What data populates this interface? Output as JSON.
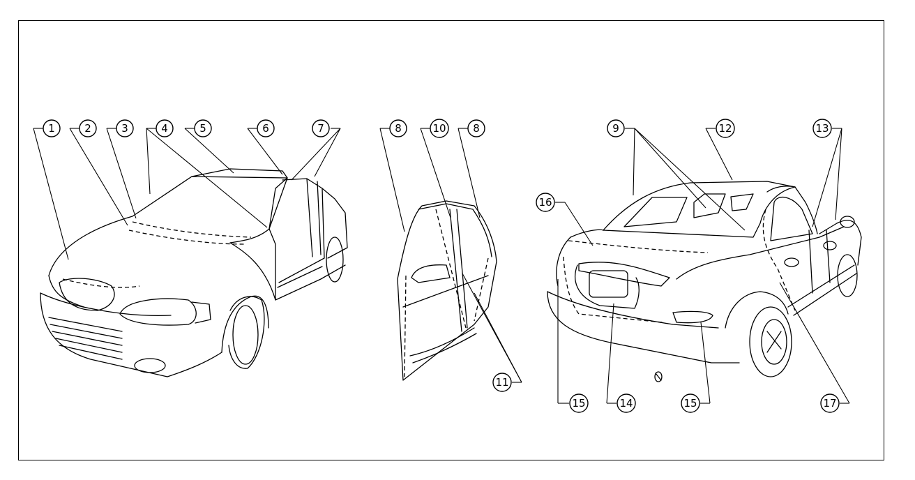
{
  "callouts": {
    "c1": "1",
    "c2": "2",
    "c3": "3",
    "c4": "4",
    "c5": "5",
    "c6": "6",
    "c7": "7",
    "c8a": "8",
    "c10": "10",
    "c8b": "8",
    "c11": "11",
    "c9": "9",
    "c12": "12",
    "c13": "13",
    "c16": "16",
    "c15a": "15",
    "c14": "14",
    "c15b": "15",
    "c17": "17"
  }
}
